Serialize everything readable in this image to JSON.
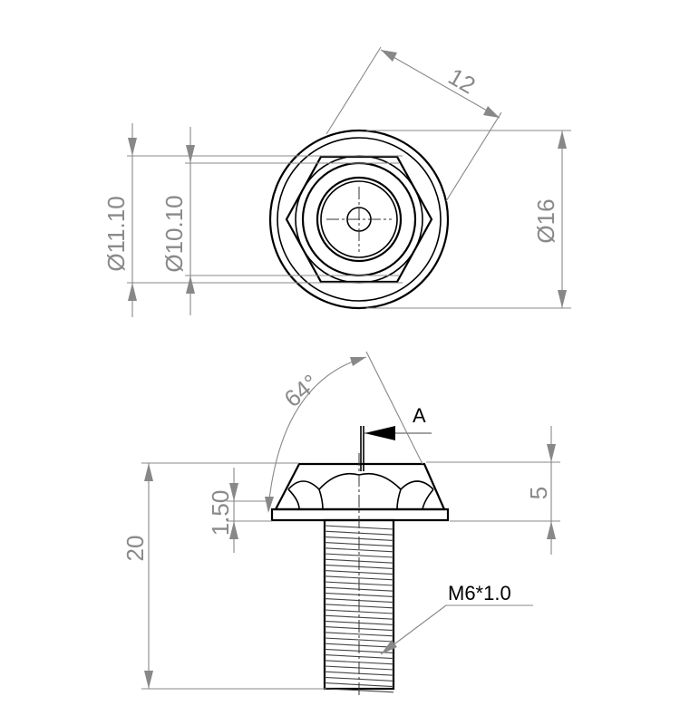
{
  "dimensions": {
    "top_across_flats": "12",
    "outer_diameter": "Ø16",
    "diameter_a": "Ø11.10",
    "diameter_b": "Ø10.10",
    "countersink_angle": "64°",
    "section_marker": "A",
    "head_height": "5",
    "flange_thickness": "1.50",
    "total_length": "20",
    "thread_spec": "M6*1.0"
  }
}
